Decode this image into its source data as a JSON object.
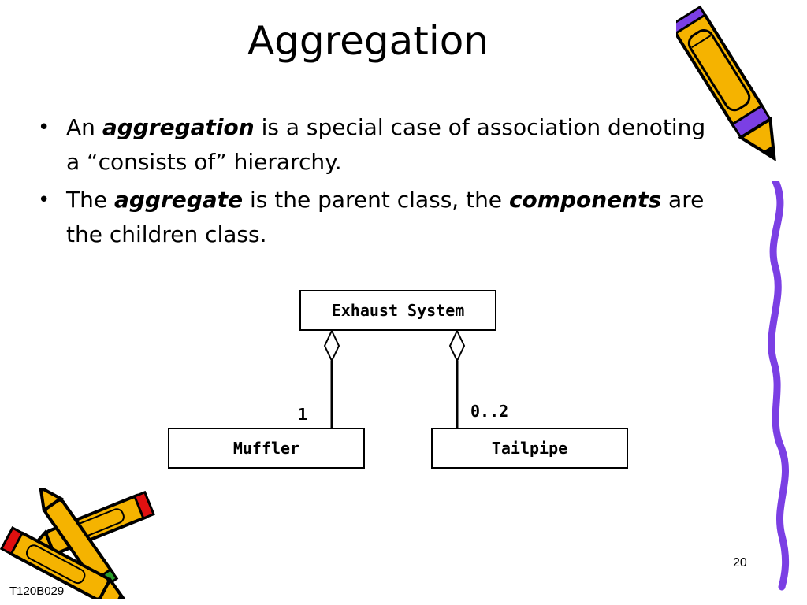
{
  "slide": {
    "title": "Aggregation",
    "page_number": "20",
    "footer_id": "T120B029"
  },
  "bullets": [
    {
      "pre": "An ",
      "bold": "aggregation",
      "post": " is a special case of association denoting a “consists of” hierarchy."
    },
    {
      "pre": "The ",
      "bold": "aggregate",
      "mid": " is the parent class, the ",
      "bold2": "components",
      "post": " are the children class."
    }
  ],
  "diagram": {
    "parent": "Exhaust System",
    "children": [
      {
        "name": "Muffler",
        "multiplicity": "1"
      },
      {
        "name": "Tailpipe",
        "multiplicity": "0..2"
      }
    ]
  },
  "decorations": {
    "pencil_colors": {
      "body": "#F5B300",
      "tip": "#7B3FE4",
      "outline": "#000000",
      "red": "#E01010",
      "green": "#2BA02B"
    },
    "icons": [
      "pencil-icon",
      "crossed-pencils-icon",
      "squiggle-line-icon"
    ]
  }
}
